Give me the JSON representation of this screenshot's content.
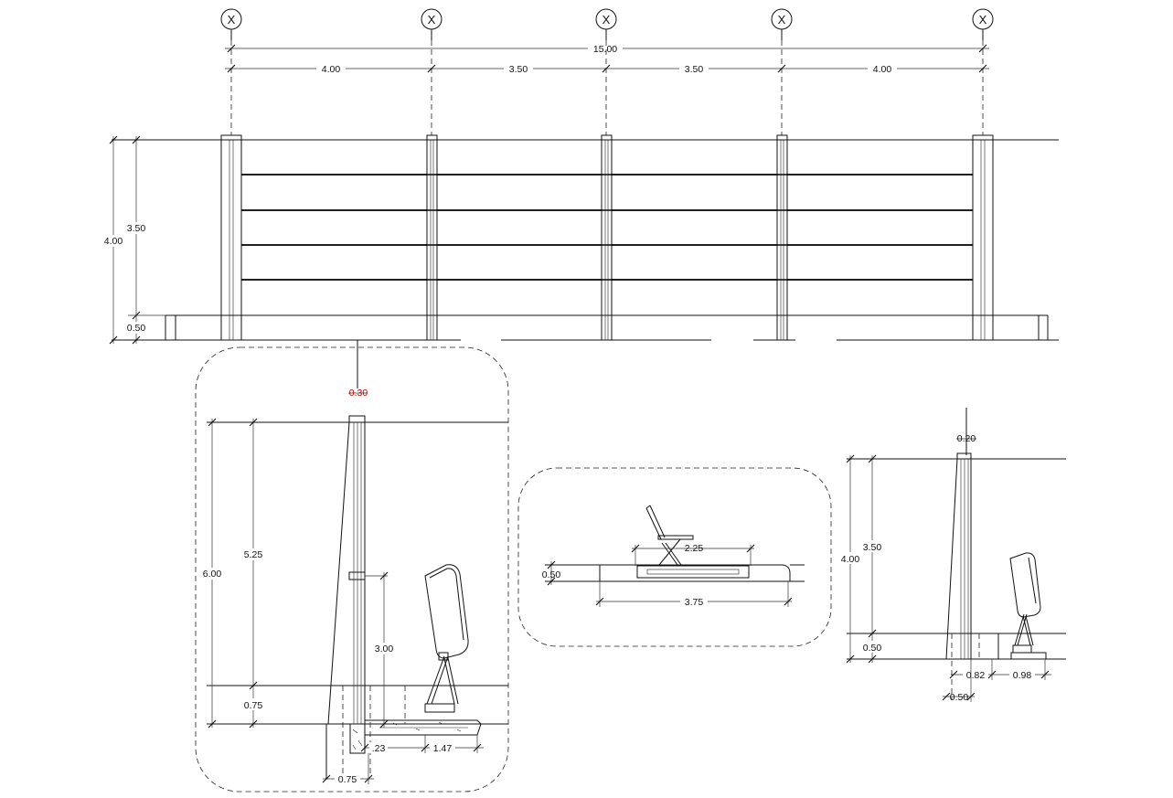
{
  "grid_lines": [
    "X",
    "X",
    "X",
    "X",
    "X"
  ],
  "elevation": {
    "total_width": "15.00",
    "bays": [
      "4.00",
      "3.50",
      "3.50",
      "4.00"
    ],
    "overall_height": "4.00",
    "fence_height": "3.50",
    "base_height": "0.50"
  },
  "section_detail": {
    "top_width": "0.30",
    "overall_height": "6.00",
    "upper_height": "5.25",
    "bench_back_height": "3.00",
    "base_height": "0.75",
    "bench_offset": ".23",
    "bench_depth": "1.47",
    "footing_width": "0.75"
  },
  "plan_detail": {
    "seat_width": "2.25",
    "slab_thickness": "0.50",
    "slab_width": "3.75"
  },
  "side_detail": {
    "top_width": "0.20",
    "overall_height": "4.00",
    "upper_height": "3.50",
    "base_height": "0.50",
    "offset_a": "0.82",
    "offset_b": "0.98",
    "footing_width": "0.50"
  }
}
